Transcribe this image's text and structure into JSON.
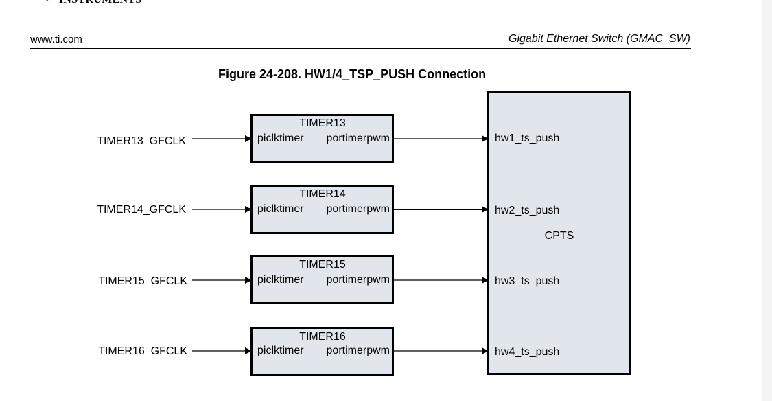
{
  "page": {
    "top_cut_text": "INSTRUMENTS",
    "top_cut_bullet": "•",
    "header_left": "www.ti.com",
    "header_right": "Gigabit Ethernet Switch (GMAC_SW)"
  },
  "figure": {
    "title": "Figure 24-208. HW1/4_TSP_PUSH Connection",
    "timers": [
      {
        "name": "TIMER13",
        "clock": "TIMER13_GFCLK",
        "input_port": "piclktimer",
        "output_port": "portimerpwm",
        "cpts_port": "hw1_ts_push"
      },
      {
        "name": "TIMER14",
        "clock": "TIMER14_GFCLK",
        "input_port": "piclktimer",
        "output_port": "portimerpwm",
        "cpts_port": "hw2_ts_push"
      },
      {
        "name": "TIMER15",
        "clock": "TIMER15_GFCLK",
        "input_port": "piclktimer",
        "output_port": "portimerpwm",
        "cpts_port": "hw3_ts_push"
      },
      {
        "name": "TIMER16",
        "clock": "TIMER16_GFCLK",
        "input_port": "piclktimer",
        "output_port": "portimerpwm",
        "cpts_port": "hw4_ts_push"
      }
    ],
    "cpts_label": "CPTS",
    "box_fill": "#e1e6ec"
  }
}
